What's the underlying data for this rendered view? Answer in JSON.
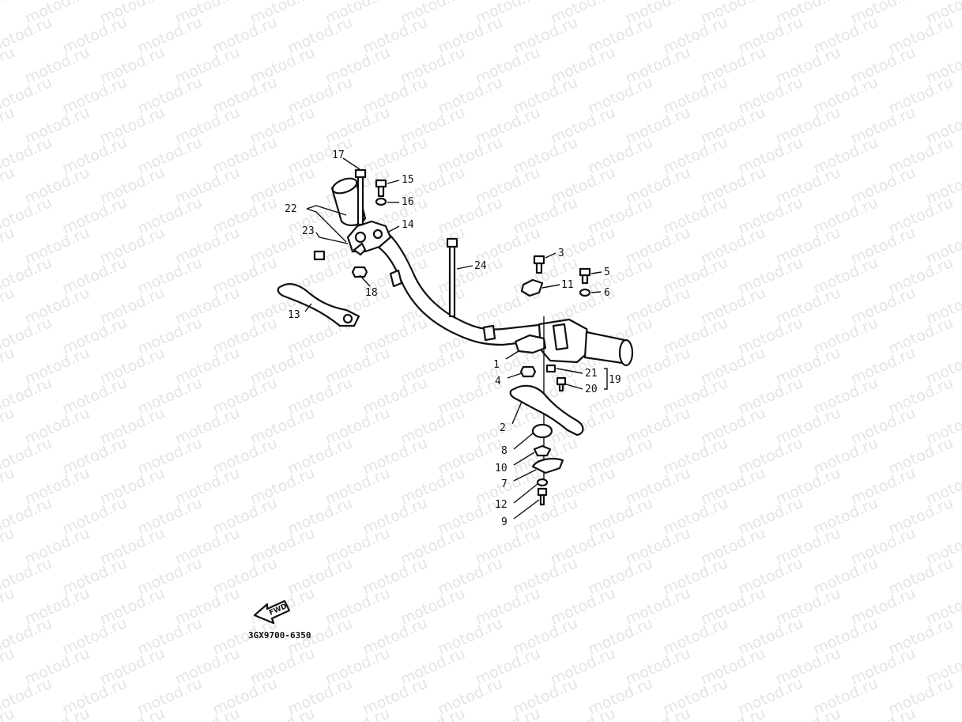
{
  "watermark_text": "motod.ru",
  "diagram_code": "3GX9700-6350",
  "fwd_label": "FWD",
  "callouts": [
    "1",
    "2",
    "3",
    "4",
    "5",
    "6",
    "7",
    "8",
    "9",
    "10",
    "11",
    "12",
    "13",
    "14",
    "15",
    "16",
    "17",
    "18",
    "19",
    "20",
    "21",
    "22",
    "23",
    "24"
  ],
  "colors": {
    "line": "#111111",
    "watermark": "#e4e4e4",
    "background": "#ffffff"
  }
}
